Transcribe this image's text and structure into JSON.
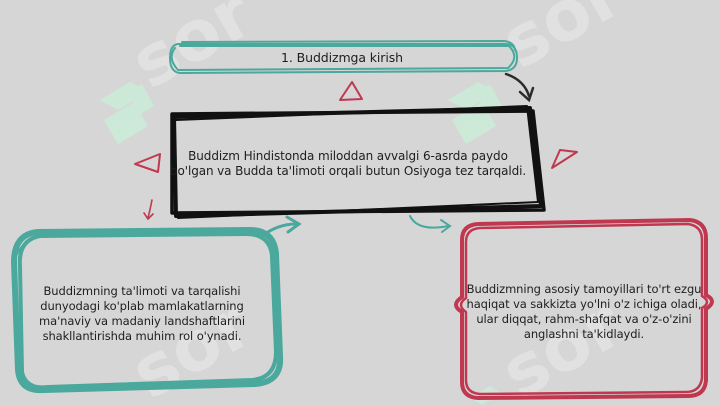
{
  "diagram": {
    "title_node": {
      "text": "1. Buddizmga kirish"
    },
    "main_node": {
      "lines": [
        "Buddizm Hindistonda miloddan avvalgi 6-asrda paydo",
        "bo'lgan va Budda ta'limoti orqali butun Osiyoga tez tarqaldi."
      ]
    },
    "left_node": {
      "lines": [
        "Buddizmning ta'limoti va tarqalishi",
        "dunyodagi ko'plab mamlakatlarning",
        "ma'naviy va madaniy landshaftlarini",
        "shakllantirishda muhim rol o'ynadi."
      ]
    },
    "right_node": {
      "lines": [
        "Buddizmning asosiy tamoyillari to'rt ezgu",
        "haqiqat va sakkizta yo'lni o'z ichiga oladi,",
        "ular diqqat, rahm-shafqat va o'z-o'zini",
        "anglashni ta'kidlaydi."
      ]
    }
  },
  "colors": {
    "background": "#d6d6d6",
    "teal": "#4aa89c",
    "black": "#111111",
    "crimson": "#c0384f",
    "arrow_dark": "#2b2b2b",
    "watermark_green": "#c9f0d8"
  },
  "watermark": {
    "text": "sor"
  }
}
